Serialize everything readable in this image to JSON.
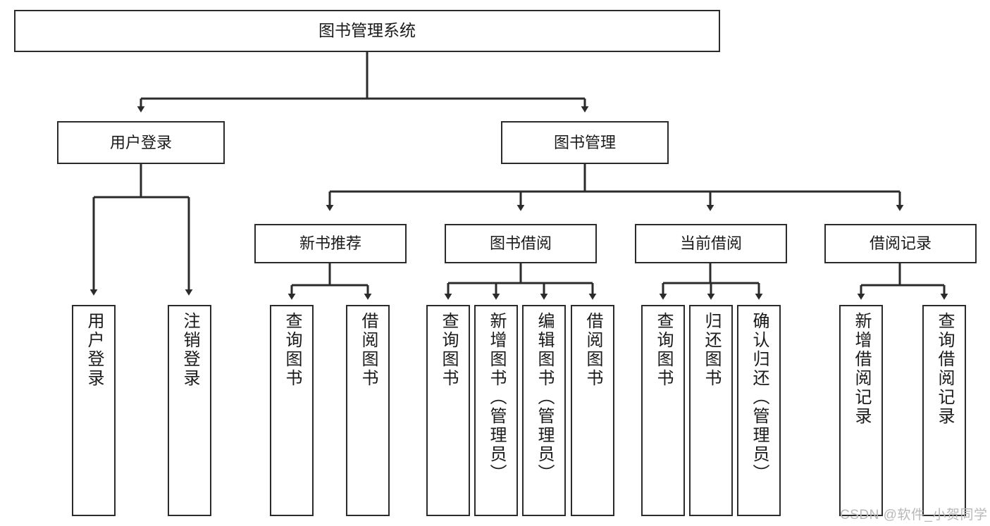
{
  "diagram": {
    "title": "图书管理系统",
    "type": "tree-hierarchy-chart",
    "colors": {
      "box_border": "#2b2b2b",
      "box_fill": "#ffffff",
      "edge": "#2b2b2b",
      "text": "#1a1a1a",
      "watermark": "#b8b8b8",
      "background": "#ffffff"
    },
    "nodes": {
      "root": {
        "label": "图书管理系统"
      },
      "level2": [
        {
          "id": "user-login",
          "label": "用户登录"
        },
        {
          "id": "book-management",
          "label": "图书管理"
        }
      ],
      "level3": [
        {
          "id": "new-book-recommend",
          "label": "新书推荐"
        },
        {
          "id": "book-borrow",
          "label": "图书借阅"
        },
        {
          "id": "current-borrow",
          "label": "当前借阅"
        },
        {
          "id": "borrow-record",
          "label": "借阅记录"
        }
      ],
      "leaves": {
        "user_login": [
          {
            "id": "leaf-user-login",
            "label": "用户登录"
          },
          {
            "id": "leaf-logout-login",
            "label": "注销登录"
          }
        ],
        "new_book_recommend": [
          {
            "id": "leaf-query-book-1",
            "label": "查询图书"
          },
          {
            "id": "leaf-borrow-book-1",
            "label": "借阅图书"
          }
        ],
        "book_borrow": [
          {
            "id": "leaf-query-book-2",
            "label": "查询图书"
          },
          {
            "id": "leaf-add-book-admin",
            "label": "新增图书（管理员）"
          },
          {
            "id": "leaf-edit-book-admin",
            "label": "编辑图书（管理员）"
          },
          {
            "id": "leaf-borrow-book-2",
            "label": "借阅图书"
          }
        ],
        "current_borrow": [
          {
            "id": "leaf-query-book-3",
            "label": "查询图书"
          },
          {
            "id": "leaf-return-book",
            "label": "归还图书"
          },
          {
            "id": "leaf-confirm-return-admin",
            "label": "确认归还（管理员）"
          }
        ],
        "borrow_record": [
          {
            "id": "leaf-add-borrow-record",
            "label": "新增借阅记录"
          },
          {
            "id": "leaf-query-borrow-record",
            "label": "查询借阅记录"
          }
        ]
      }
    },
    "watermark": "CSDN @软件_小贺同学"
  }
}
